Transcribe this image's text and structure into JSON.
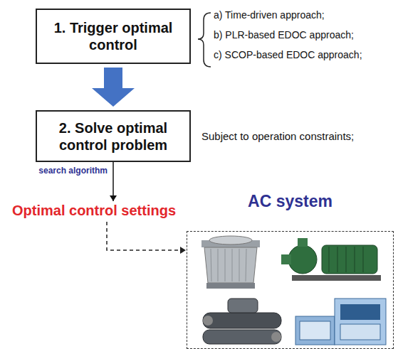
{
  "diagram": {
    "nodes": [
      {
        "text": [
          "1. Trigger optimal control"
        ]
      },
      {
        "text": [
          "2. Solve optimal control problem"
        ]
      },
      {
        "text": [
          "Optimal control settings"
        ]
      },
      {
        "text": [
          "AC system"
        ]
      }
    ],
    "edges": [
      {
        "from": 0,
        "to": 1,
        "arrow": "to"
      },
      {
        "from": 1,
        "to": 2,
        "label": "search algorithm",
        "arrow": "to"
      },
      {
        "from": 2,
        "to": 3,
        "arrow": "to"
      }
    ],
    "labels": [
      "a) Time-driven approach;",
      "b) PLR-based EDOC approach;",
      "c) SCOP-based EDOC approach;",
      "Subject to operation constraints;"
    ]
  }
}
